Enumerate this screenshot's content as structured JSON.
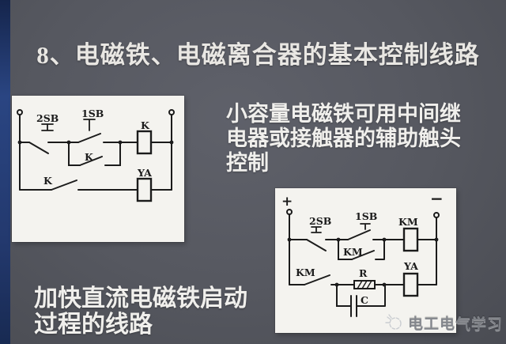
{
  "slide": {
    "title": "8、电磁铁、电磁离合器的基本控制线路",
    "note_right": {
      "line1": "小容量电磁铁可用中间继",
      "line2": "电器或接触器的辅助触头",
      "line3": "控制"
    },
    "note_bottom": {
      "line1": "加快直流电磁铁启动",
      "line2": "过程的线路"
    },
    "watermark": {
      "text": "电工电气学习",
      "icon": "lightbulb-icon"
    }
  },
  "diagram1": {
    "labels": {
      "nc_button": "2SB",
      "no_button": "1SB",
      "parallel_contact": "K",
      "relay_coil": "K",
      "bottom_contact": "K",
      "magnet_coil": "YA"
    }
  },
  "diagram2": {
    "labels": {
      "plus": "+",
      "minus": "−",
      "nc_button": "2SB",
      "no_button": "1SB",
      "parallel_contact": "KM",
      "contactor_coil": "KM",
      "bottom_contact": "KM",
      "resistor": "R",
      "capacitor": "C",
      "magnet_coil": "YA"
    }
  },
  "colors": {
    "background": "#56585f",
    "accent_strip": "#24407a",
    "panel_white": "#f4f3ef",
    "line_ink": "#1b1b1b",
    "text_light": "#f0efec",
    "watermark_gray": "#7e8187"
  }
}
